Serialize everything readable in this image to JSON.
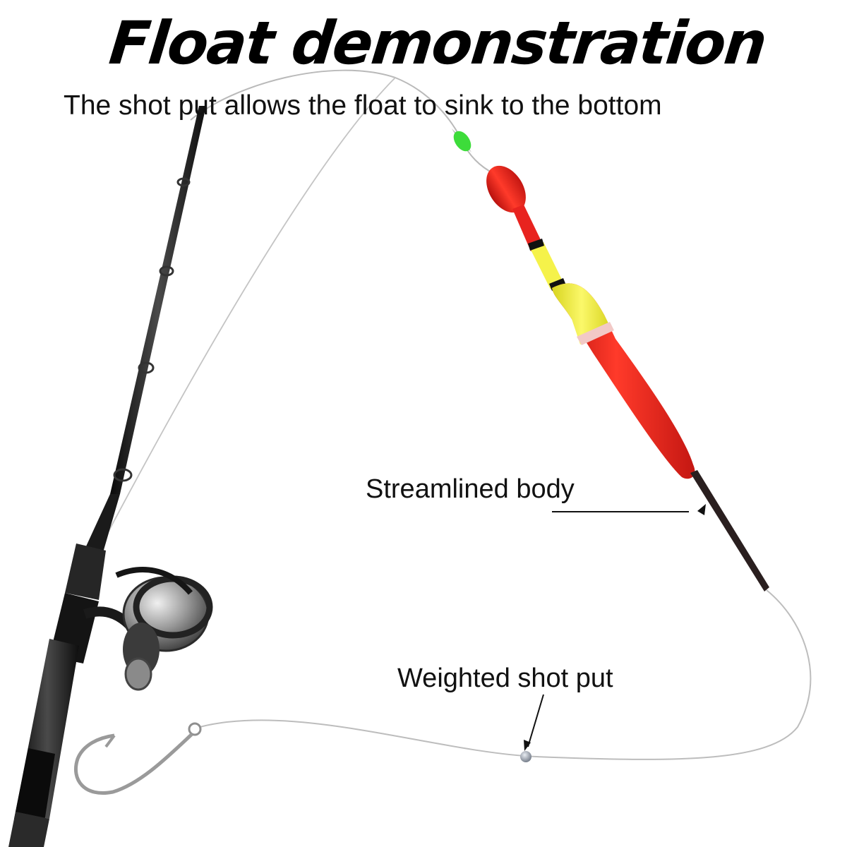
{
  "title": "Float demonstration",
  "subtitle": "The shot put allows the float to sink to the bottom",
  "callouts": {
    "streamlined_body": "Streamlined body",
    "weighted_shot": "Weighted shot put"
  },
  "colors": {
    "float_red": "#e8231f",
    "float_yellow": "#f5f24a",
    "stopper_green": "#3ddc3a",
    "rod_black": "#1c1c1c",
    "reel_silver": "#9a9a9a"
  }
}
